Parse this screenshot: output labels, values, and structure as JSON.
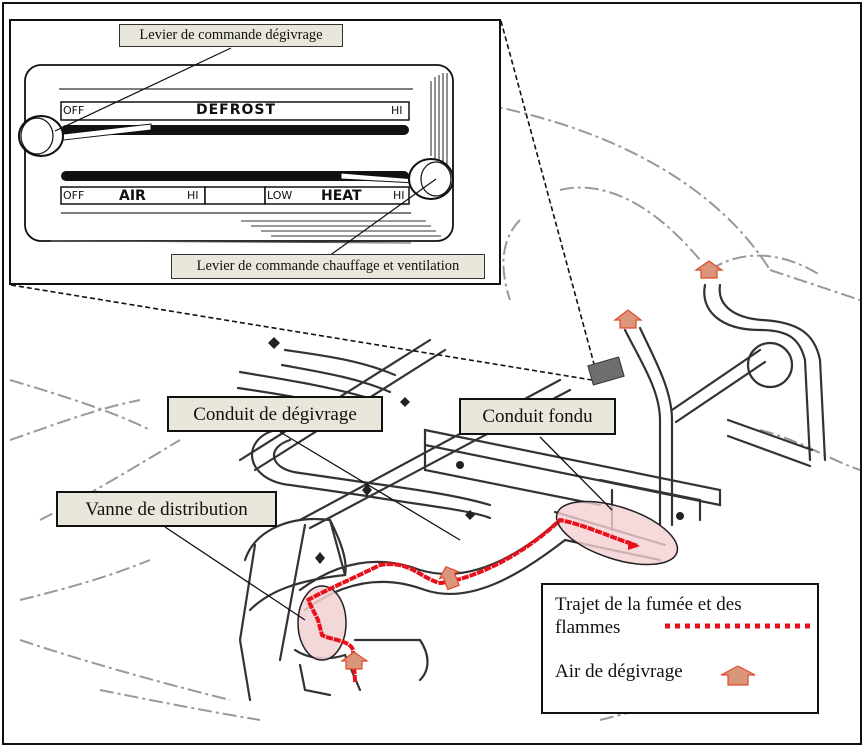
{
  "diagram": {
    "title": "Heater/defroster system — smoke and flame path",
    "colors": {
      "smoke_path": "#e8101a",
      "defrost_arrow_fill": "#d9967a",
      "defrost_arrow_stroke": "#e04a2a",
      "highlight_fill": "#f2d0d2",
      "label_bg": "#e9e7dc"
    },
    "inset": {
      "callouts": {
        "defrost_lever": "Levier de commande dégivrage",
        "heat_vent_lever": "Levier de commande chauffage et ventilation"
      },
      "panel": {
        "defrost_row": {
          "off": "OFF",
          "label": "DEFROST",
          "hi": "HI"
        },
        "air_row": {
          "off": "OFF",
          "label": "AIR",
          "hi": "HI"
        },
        "heat_row": {
          "low": "LOW",
          "label": "HEAT",
          "hi": "HI"
        }
      }
    },
    "callouts": {
      "defrost_duct": "Conduit de dégivrage",
      "melted_duct": "Conduit fondu",
      "distribution_valve": "Vanne de distribution"
    },
    "legend": {
      "items": [
        {
          "label_line1": "Trajet de la fumée et des",
          "label_line2": "flammes",
          "symbol": "red-dotted-line"
        },
        {
          "label": "Air de dégivrage",
          "symbol": "up-arrow-icon"
        }
      ]
    }
  }
}
